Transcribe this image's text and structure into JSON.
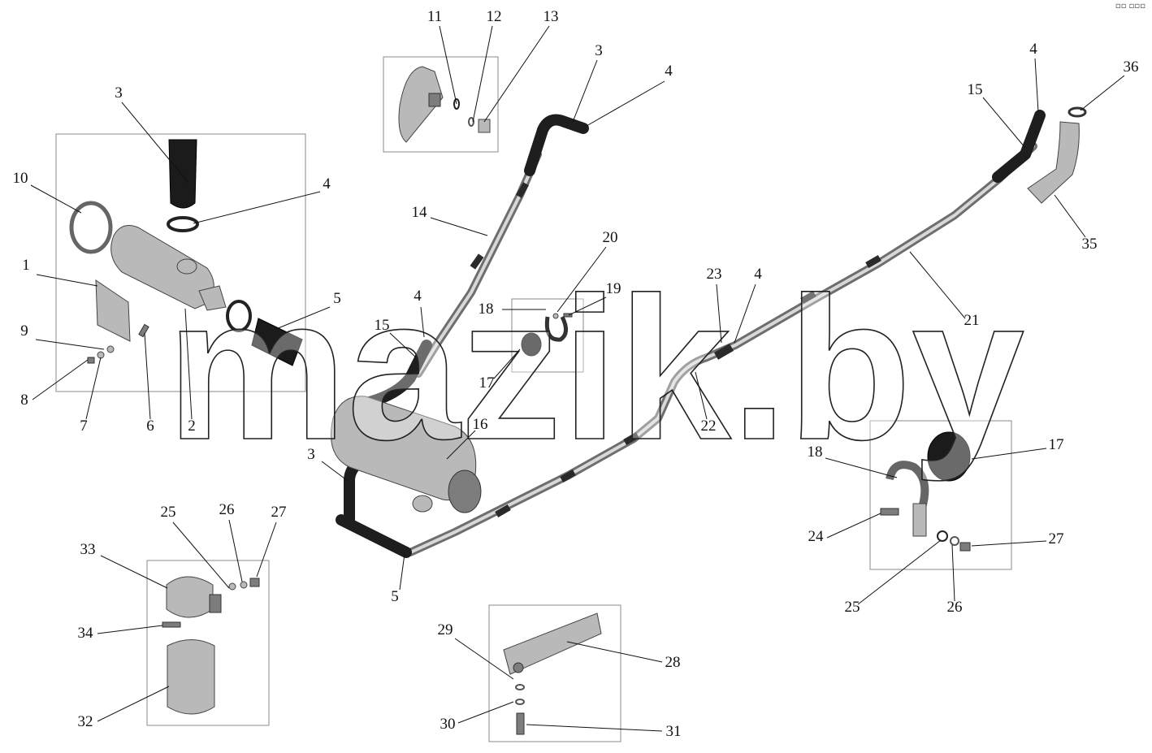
{
  "watermark": "mazik.by",
  "corner_mark": "▫︎▫︎ ▫︎▫︎▫︎",
  "callouts": [
    "11",
    "12",
    "13",
    "3",
    "4",
    "3",
    "10",
    "4",
    "1",
    "5",
    "9",
    "8",
    "7",
    "6",
    "2",
    "14",
    "4",
    "15",
    "20",
    "18",
    "19",
    "17",
    "16",
    "3",
    "23",
    "4",
    "22",
    "21",
    "15",
    "4",
    "36",
    "35",
    "25",
    "26",
    "27",
    "33",
    "34",
    "32",
    "5",
    "29",
    "28",
    "30",
    "31",
    "18",
    "17",
    "24",
    "27",
    "25",
    "26"
  ]
}
